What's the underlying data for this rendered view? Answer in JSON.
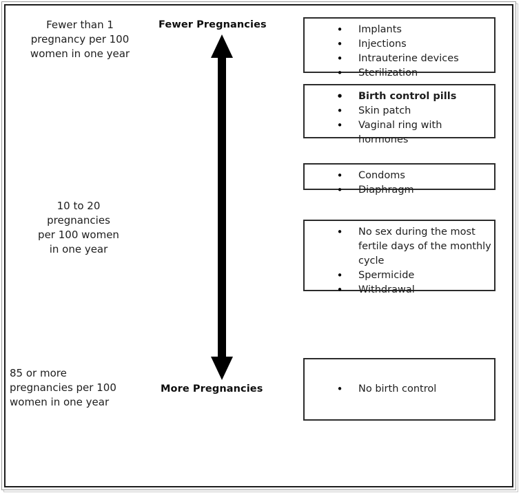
{
  "chart_data": {
    "type": "diagram",
    "title": "Effectiveness of Family Planning Methods",
    "axis": {
      "orientation": "vertical",
      "top_caption": "Fewer Pregnancies",
      "bottom_caption": "More Pregnancies",
      "arrow_style": "double-headed"
    },
    "scale_labels": [
      "Fewer than 1\npregnancy per 100\nwomen in one year",
      "10 to 20\npregnancies\nper 100 women\nin one year",
      "85 or more\npregnancies per 100\nwomen in one year"
    ],
    "groups": [
      {
        "rate": "Fewer than 1 pregnancy per 100 women in one year",
        "methods": [
          "Implants",
          "Injections",
          "Intrauterine devices",
          "Sterilization"
        ]
      },
      {
        "rate": "Fewer than 1 pregnancy per 100 women in one year",
        "methods": [
          "Birth control pills",
          "Skin patch",
          "Vaginal ring with hormones"
        ]
      },
      {
        "rate": "10 to 20 pregnancies per 100 women in one year",
        "methods": [
          "Condoms",
          "Diaphragm"
        ]
      },
      {
        "rate": "10 to 20 pregnancies per 100 women in one year",
        "methods": [
          "No sex during the most fertile days of the monthly cycle",
          "Spermicide",
          "Withdrawal"
        ]
      },
      {
        "rate": "85 or more pregnancies per 100 women in one year",
        "methods": [
          "No birth control"
        ]
      }
    ]
  },
  "axis": {
    "top_caption": "Fewer Pregnancies",
    "bottom_caption": "More Pregnancies"
  },
  "scale": {
    "top_label": "Fewer than 1\npregnancy per 100\nwomen in one year",
    "middle_label": "10 to 20\npregnancies\nper 100 women\nin one year",
    "bottom_label": "85 or more\npregnancies per 100\nwomen in one year"
  },
  "bullet_glyph": "•",
  "boxes": [
    {
      "id": "box-1",
      "items": [
        {
          "text": "Implants",
          "bold": false
        },
        {
          "text": "Injections",
          "bold": false
        },
        {
          "text": "Intrauterine devices",
          "bold": false
        },
        {
          "text": "Sterilization",
          "bold": false
        }
      ]
    },
    {
      "id": "box-2",
      "items": [
        {
          "text": "Birth control pills",
          "bold": true
        },
        {
          "text": "Skin patch",
          "bold": false
        },
        {
          "text": "Vaginal ring with hormones",
          "bold": false
        }
      ]
    },
    {
      "id": "box-3",
      "items": [
        {
          "text": "Condoms",
          "bold": false
        },
        {
          "text": "Diaphragm",
          "bold": false
        }
      ]
    },
    {
      "id": "box-4",
      "items": [
        {
          "text": "No sex during the most fertile days of the monthly cycle",
          "bold": false
        },
        {
          "text": "Spermicide",
          "bold": false
        },
        {
          "text": "Withdrawal",
          "bold": false
        }
      ]
    },
    {
      "id": "box-5",
      "items": [
        {
          "text": "No birth control",
          "bold": false
        }
      ]
    }
  ],
  "colors": {
    "text": "#1d1d1d",
    "border": "#2b2b2b",
    "arrow": "#000000",
    "frame": "#1a1a1a",
    "background": "#ffffff"
  }
}
